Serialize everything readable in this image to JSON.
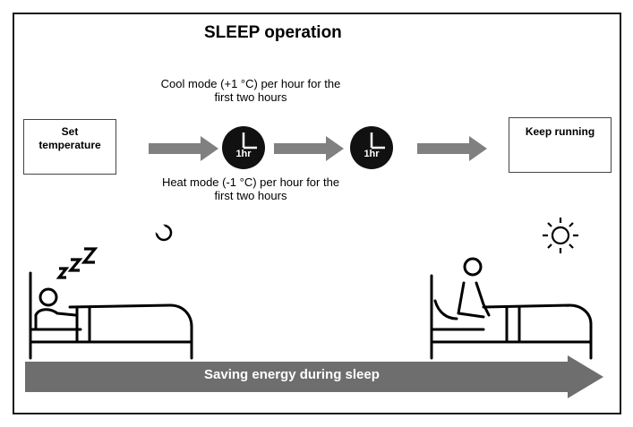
{
  "title": "SLEEP operation",
  "notes": {
    "cool_line1": "Cool mode (+1 °C) per hour for the",
    "cool_line2": "first two hours",
    "heat_line1": "Heat mode (-1 °C) per hour for the",
    "heat_line2": "first two hours"
  },
  "boxes": {
    "set_line1": "Set",
    "set_line2": "temperature",
    "keep": "Keep running"
  },
  "clocks": [
    {
      "label": "1hr"
    },
    {
      "label": "1hr"
    }
  ],
  "energy_bar": {
    "label": "Saving energy during sleep"
  },
  "icons": {
    "sleep_zzz": "zzz-icon",
    "moon": "moon-icon",
    "sun": "sun-icon"
  },
  "colors": {
    "arrow": "#808080",
    "energy_bar": "#6e6e6e",
    "clock": "#111111"
  }
}
